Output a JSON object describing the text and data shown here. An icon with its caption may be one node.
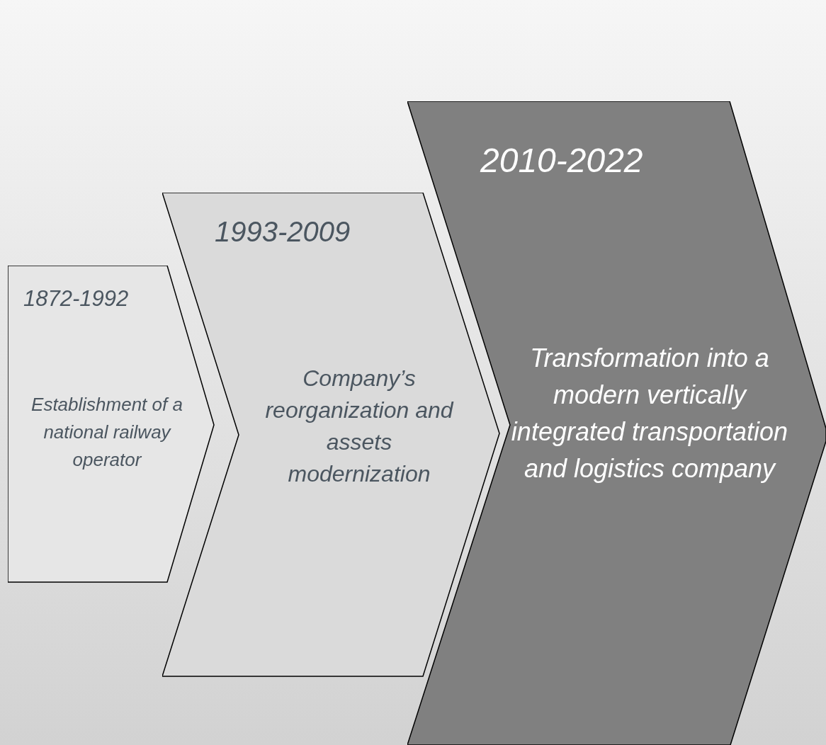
{
  "diagram": {
    "nodes": [
      {
        "text": [
          "1872-1992",
          "Establishment of a national railway operator"
        ]
      },
      {
        "text": [
          "1993-2009",
          "Company’s reorganization and assets modernization"
        ]
      },
      {
        "text": [
          "2010-2022",
          "Transformation into a modern vertically integrated transportation and logistics company"
        ]
      }
    ]
  }
}
